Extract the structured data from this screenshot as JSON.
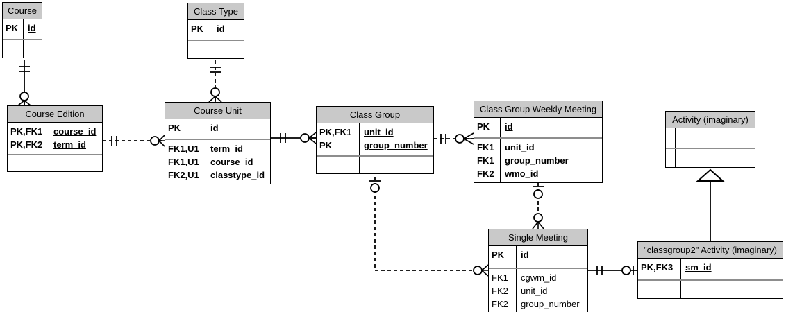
{
  "colors": {
    "background": "#ffffff",
    "entity_header_fill": "#c9c9c9",
    "entity_border": "#000000",
    "section_divider": "#8d8d8d",
    "connector": "#000000"
  },
  "entities": [
    {
      "id": "course",
      "title": "Course",
      "sections": [
        {
          "rows": [
            {
              "key": "PK",
              "name": "id"
            }
          ]
        },
        {
          "rows": []
        }
      ]
    },
    {
      "id": "class_type",
      "title": "Class Type",
      "sections": [
        {
          "rows": [
            {
              "key": "PK",
              "name": "id"
            }
          ]
        },
        {
          "rows": []
        }
      ]
    },
    {
      "id": "course_edition",
      "title": "Course Edition",
      "sections": [
        {
          "rows": [
            {
              "key": "PK,FK1",
              "name": "course_id"
            },
            {
              "key": "PK,FK2",
              "name": "term_id"
            }
          ]
        },
        {
          "rows": []
        }
      ]
    },
    {
      "id": "course_unit",
      "title": "Course Unit",
      "sections": [
        {
          "rows": [
            {
              "key": "PK",
              "name": "id"
            }
          ]
        },
        {
          "rows": [
            {
              "key": "FK1,U1",
              "name": "term_id"
            },
            {
              "key": "FK1,U1",
              "name": "course_id"
            },
            {
              "key": "FK2,U1",
              "name": "classtype_id"
            }
          ]
        }
      ]
    },
    {
      "id": "class_group",
      "title": "Class Group",
      "sections": [
        {
          "rows": [
            {
              "key": "PK,FK1",
              "name": "unit_id"
            },
            {
              "key": "PK",
              "name": "group_number"
            }
          ]
        },
        {
          "rows": []
        }
      ]
    },
    {
      "id": "class_group_weekly_meeting",
      "title": "Class Group Weekly Meeting",
      "sections": [
        {
          "rows": [
            {
              "key": "PK",
              "name": "id"
            }
          ]
        },
        {
          "rows": [
            {
              "key": "FK1",
              "name": "unit_id"
            },
            {
              "key": "FK1",
              "name": "group_number"
            },
            {
              "key": "FK2",
              "name": "wmo_id"
            }
          ]
        }
      ]
    },
    {
      "id": "activity_imaginary",
      "title": "Activity (imaginary)",
      "sections": [
        {
          "rows": []
        },
        {
          "rows": []
        }
      ]
    },
    {
      "id": "single_meeting",
      "title": "Single Meeting",
      "sections": [
        {
          "rows": [
            {
              "key": "PK",
              "name": "id"
            }
          ]
        },
        {
          "rows": [
            {
              "key": "FK1",
              "name": "cgwm_id"
            },
            {
              "key": "FK2",
              "name": "unit_id"
            },
            {
              "key": "FK2",
              "name": "group_number"
            }
          ]
        }
      ]
    },
    {
      "id": "classgroup2_activity",
      "title": "\"classgroup2\" Activity (imaginary)",
      "sections": [
        {
          "rows": [
            {
              "key": "PK,FK3",
              "name": "sm_id"
            }
          ]
        },
        {
          "rows": []
        }
      ]
    }
  ],
  "relationships": [
    {
      "from": "Course",
      "to": "Course Edition",
      "from_end": "one-and-only-one",
      "to_end": "zero-or-many",
      "line": "solid"
    },
    {
      "from": "Class Type",
      "to": "Course Unit",
      "from_end": "one-and-only-one",
      "to_end": "zero-or-many",
      "line": "dashed"
    },
    {
      "from": "Course Edition",
      "to": "Course Unit",
      "from_end": "one-and-only-one",
      "to_end": "zero-or-many",
      "line": "dashed"
    },
    {
      "from": "Course Unit",
      "to": "Class Group",
      "from_end": "one-and-only-one",
      "to_end": "zero-or-many",
      "line": "solid"
    },
    {
      "from": "Class Group",
      "to": "Class Group Weekly Meeting",
      "from_end": "one-and-only-one",
      "to_end": "zero-or-many",
      "line": "dashed"
    },
    {
      "from": "Class Group",
      "to": "Single Meeting",
      "from_end": "zero-or-one",
      "to_end": "zero-or-many",
      "line": "dashed"
    },
    {
      "from": "Class Group Weekly Meeting",
      "to": "Single Meeting",
      "from_end": "zero-or-one",
      "to_end": "zero-or-many",
      "line": "dashed"
    },
    {
      "from": "Single Meeting",
      "to": "\"classgroup2\" Activity (imaginary)",
      "from_end": "one-and-only-one",
      "to_end": "zero-or-one",
      "line": "solid"
    },
    {
      "from": "\"classgroup2\" Activity (imaginary)",
      "to": "Activity (imaginary)",
      "type": "inheritance",
      "line": "solid"
    }
  ]
}
